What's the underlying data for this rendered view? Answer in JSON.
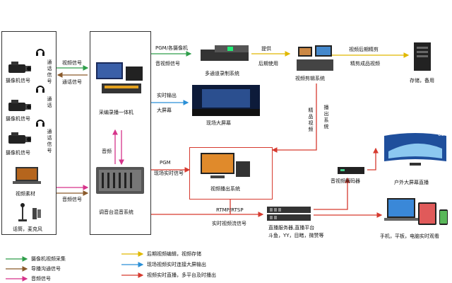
{
  "colors": {
    "green": "#2e9e4a",
    "brown": "#8a5a2b",
    "pink": "#d6338a",
    "yellow": "#e0b800",
    "blue": "#2a8fd6",
    "red": "#d63a2f"
  },
  "sources": {
    "cam_label_1": "摄像机信号",
    "cam_label_2": "摄像机信号",
    "cam_label_3": "摄像机信号",
    "intercom_1": "通话信号",
    "intercom_2": "通话",
    "intercom_3": "通话信号",
    "video_material": "视频素材",
    "mic": "话筒，麦克风"
  },
  "links": {
    "video_signal": "视频信号",
    "intercom_signal": "通话信号",
    "audio_signal": "音频信号",
    "audio": "音频",
    "pgm_cams": "PGM/各摄像机",
    "av_signal": "音视频信号",
    "provide": "提供",
    "post_use": "后期使用",
    "post_edit": "视频后期精剪",
    "fine_video": "精剪成品视频",
    "realtime_out": "实时输出",
    "big_screen": "大屏幕",
    "pgm": "PGM",
    "live_signal": "现场实时信号",
    "rtmp": "RTMP/RTSP",
    "stream_signal": "实时视频流信号",
    "fine_v": "精品视频",
    "play_sys": "播出系统"
  },
  "nodes": {
    "recorder": "采编录播一体机",
    "mixer": "调音台混音系统",
    "multi_record": "多通道录制系统",
    "edit_sys": "视频剪辑系统",
    "storage": "存储，备用",
    "live_screen": "现场大屏幕",
    "playout": "视频播出系统",
    "decoder": "音视频解码器",
    "outdoor": "户外大屏幕直播",
    "stream_server": "直播服务器,直播平台",
    "platforms": "斗鱼，YY，目睹，微赞等",
    "devices": "手机，平板，电脑实时观看",
    "tv_size": "65\""
  },
  "legend": [
    {
      "text": "摄像机视频采集",
      "color": "green"
    },
    {
      "text": "导播沟通信号",
      "color": "brown"
    },
    {
      "text": "音频信号",
      "color": "pink"
    },
    {
      "text": "后期视频编辑，视频存储",
      "color": "yellow"
    },
    {
      "text": "现场视频实时连接大屏输出",
      "color": "blue"
    },
    {
      "text": "视频实时直播，多平台及时播出",
      "color": "red"
    }
  ]
}
